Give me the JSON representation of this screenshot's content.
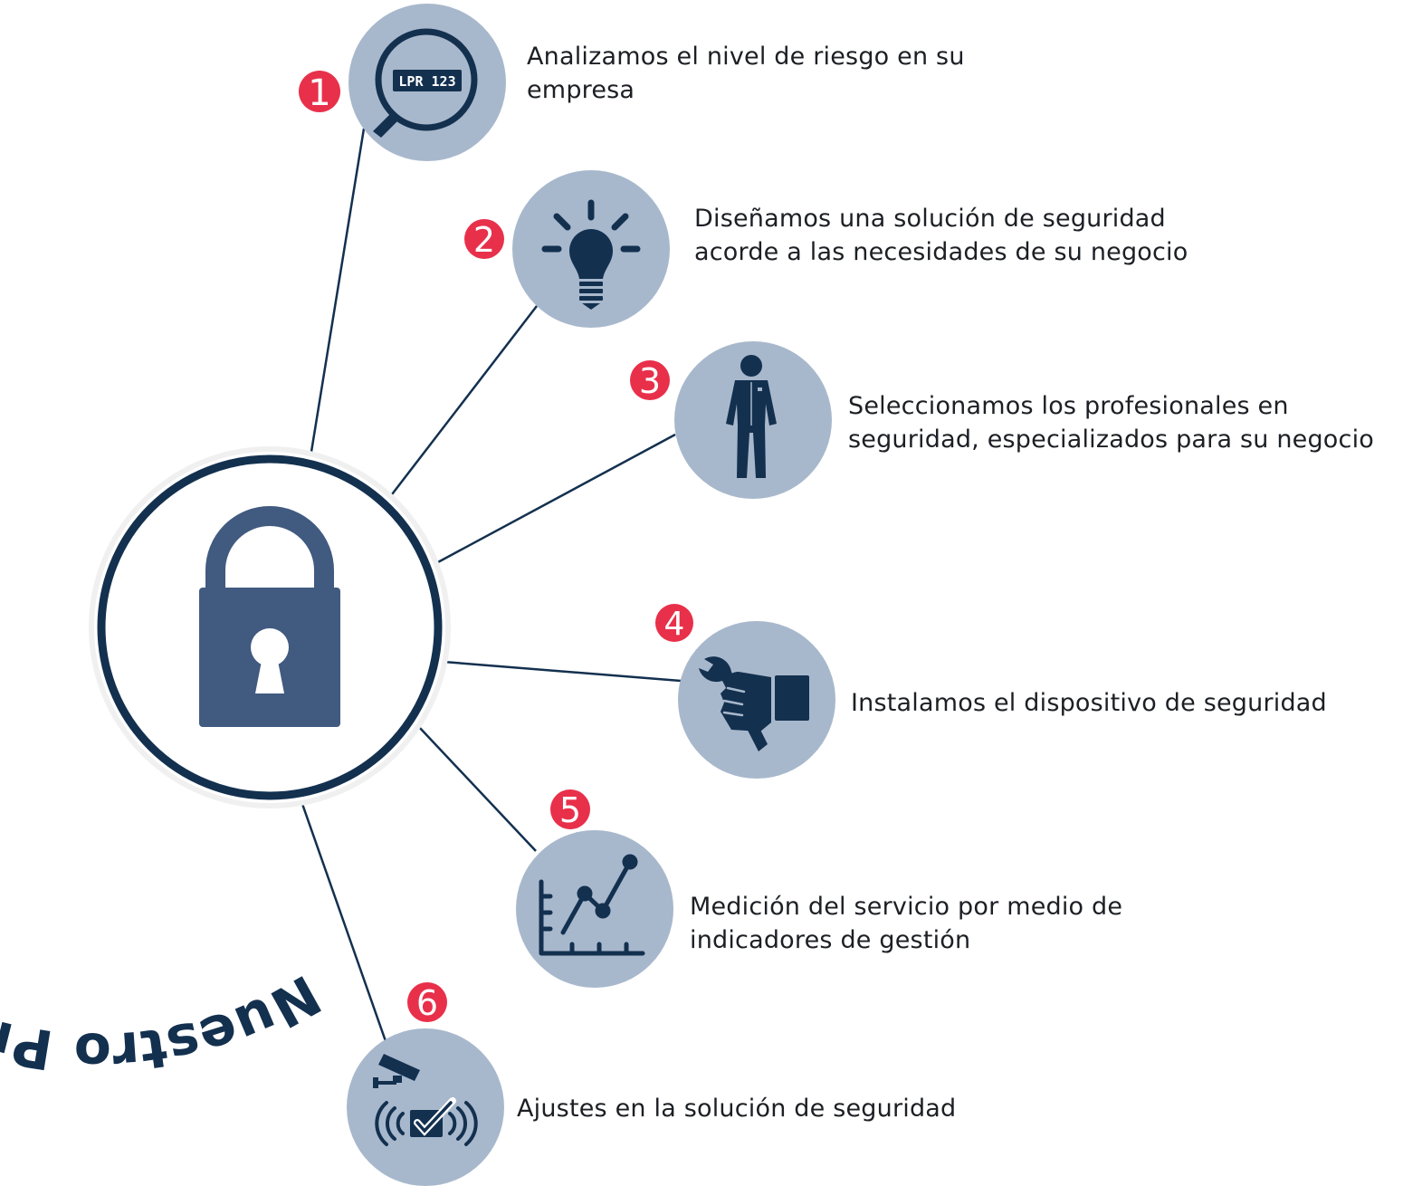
{
  "title": "Nuestro Programa de Seguridad",
  "center_icon": "padlock-icon",
  "colors": {
    "navy": "#13304f",
    "icon_circle": "#a8b8cc",
    "padlock": "#415a80",
    "badge": "#e8304a",
    "text": "#1c1f24"
  },
  "lpr_label": "LPR 123",
  "steps": [
    {
      "number": "1",
      "icon": "magnifier-license-plate-icon",
      "lines": [
        "Analizamos el nivel de riesgo en su",
        "empresa"
      ]
    },
    {
      "number": "2",
      "icon": "lightbulb-icon",
      "lines": [
        "Diseñamos una solución de seguridad",
        "acorde a las necesidades de su negocio"
      ]
    },
    {
      "number": "3",
      "icon": "security-guard-icon",
      "lines": [
        "Seleccionamos los profesionales en",
        "seguridad, especializados para su negocio"
      ]
    },
    {
      "number": "4",
      "icon": "hand-wrench-icon",
      "lines": [
        "Instalamos el dispositivo de seguridad"
      ]
    },
    {
      "number": "5",
      "icon": "line-chart-icon",
      "lines": [
        "Medición del servicio por medio de",
        "indicadores de gestión"
      ]
    },
    {
      "number": "6",
      "icon": "camera-alarm-check-icon",
      "lines": [
        "Ajustes en la solución de seguridad"
      ]
    }
  ]
}
